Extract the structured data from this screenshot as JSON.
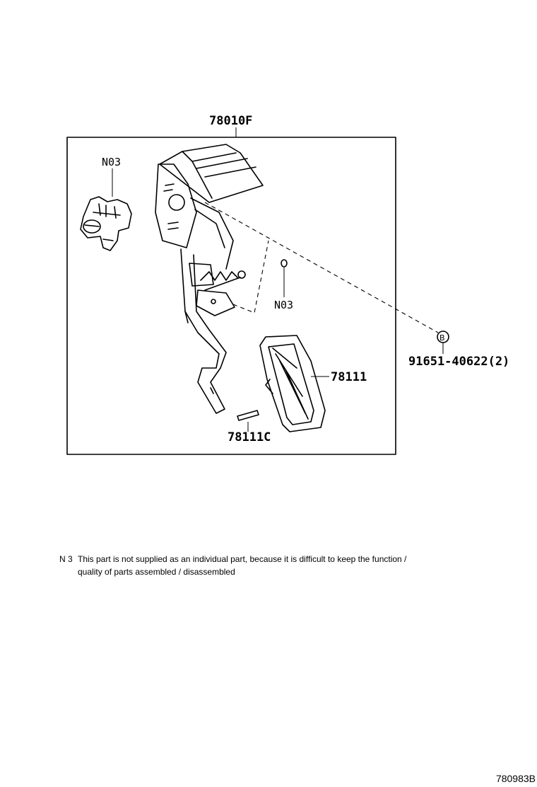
{
  "parts": {
    "assembly": "78010F",
    "sensor_note_1": "N03",
    "sensor_note_2": "N03",
    "pad": "78111",
    "pin": "78111C",
    "bolt": "91651-40622(2)",
    "bolt_ref": "B"
  },
  "note": {
    "code": "N 3",
    "line1": "This part is not supplied as an individual part, because it is difficult to keep the function /",
    "line2": "quality of parts assembled / disassembled"
  },
  "figure_code": "780983B"
}
